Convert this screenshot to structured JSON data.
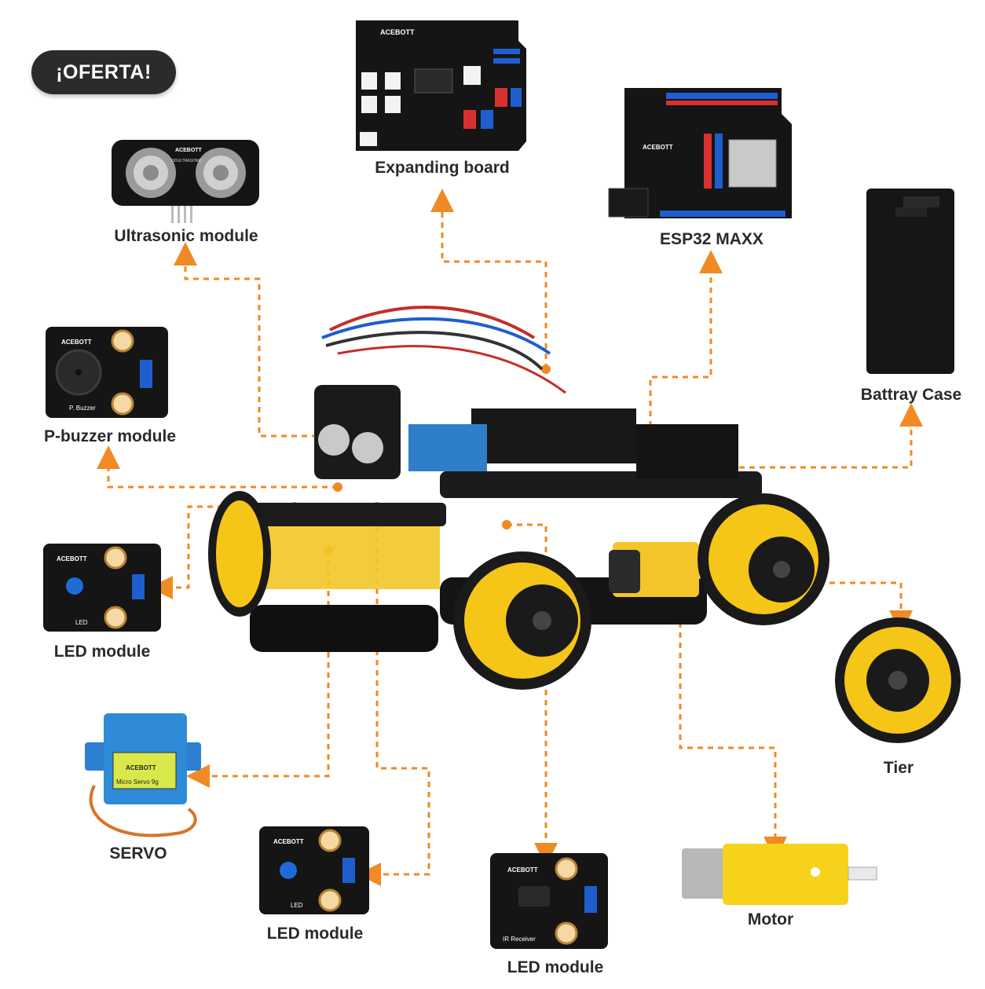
{
  "offer_badge": "¡OFERTA!",
  "brand": "ACEBOTT",
  "accent_color": "#f08a24",
  "labels": {
    "expanding_board": "Expanding board",
    "ultrasonic": "Ultrasonic module",
    "esp32": "ESP32 MAXX",
    "battery": "Battray Case",
    "pbuzzer": "P-buzzer module",
    "led_left": "LED module",
    "tier": "Tier",
    "servo": "SERVO",
    "led_bottom": "LED module",
    "motor": "Motor",
    "ir": "LED module"
  },
  "chip_text": {
    "buzzer": "P. Buzzer",
    "led": "LED",
    "ir": "IR Receiver",
    "servo": "Micro Servo 9g",
    "ultrasonic_model": "ODULTRASONIC"
  }
}
